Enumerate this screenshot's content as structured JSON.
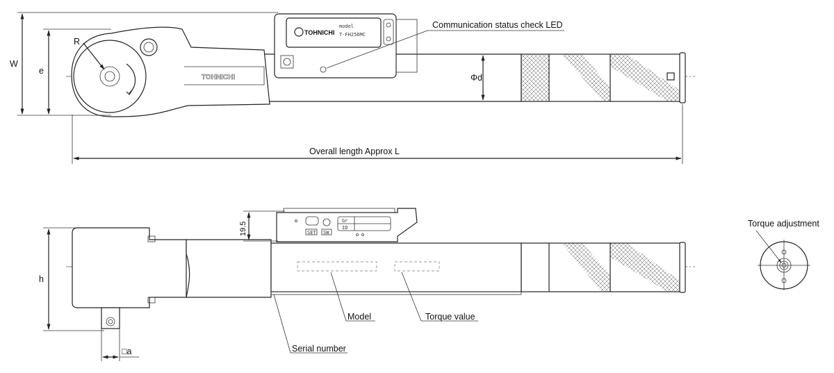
{
  "labels": {
    "led": "Communication status check LED",
    "overall": "Overall length Approx L",
    "model": "Model",
    "torque_value": "Torque value",
    "serial": "Serial number",
    "torque_adjustment": "Torque adjustment",
    "dim_w": "W",
    "dim_e": "e",
    "dim_r": "R",
    "dim_d": "Φd",
    "dim_h": "h",
    "dim_195": "19.5",
    "dim_a": "□a"
  },
  "device": {
    "brand": "TOHNICHI",
    "handle_brand": "TOHNICHI",
    "model_caption": "model",
    "model_code": "T-FH256MC",
    "btn_set": "SET",
    "btn_sw": "SW",
    "disp_gr": "Gr",
    "disp_id": "ID"
  }
}
